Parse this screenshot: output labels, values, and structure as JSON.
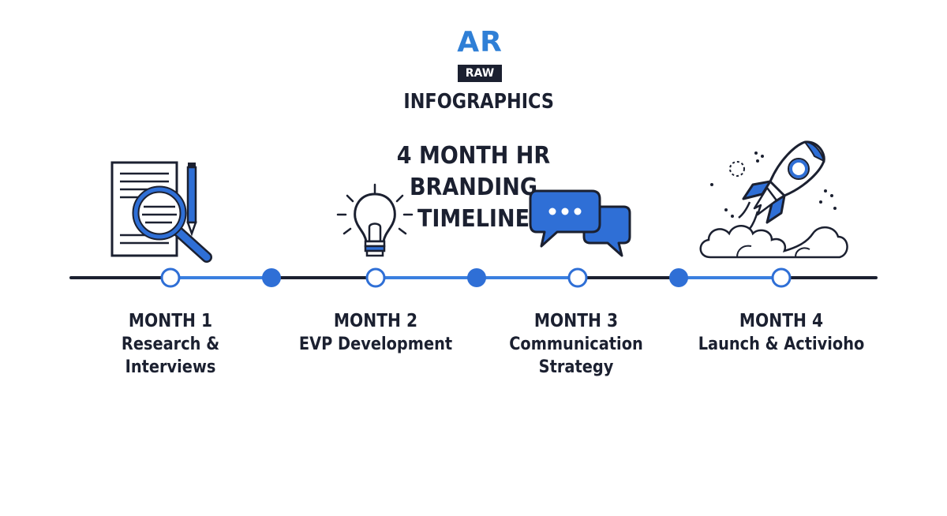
{
  "logo": {
    "brand": "AR",
    "sub": "RAW",
    "tagline": "INFOGRAPHICS"
  },
  "title": {
    "line1": "4 MONTH HR BRANDING",
    "line2": "TIMELINE"
  },
  "colors": {
    "accent": "#2f6fd6",
    "dark": "#1b2030",
    "line_blue": "#3a7fe0"
  },
  "months": [
    {
      "label": "MONTH 1",
      "desc_line1": "Research &",
      "desc_line2": "Interviews",
      "icon": "document-search-icon"
    },
    {
      "label": "MONTH 2",
      "desc_line1": "EVP Development",
      "desc_line2": "",
      "icon": "lightbulb-icon"
    },
    {
      "label": "MONTH 3",
      "desc_line1": "Communication",
      "desc_line2": "Strategy",
      "icon": "chat-bubbles-icon"
    },
    {
      "label": "MONTH 4",
      "desc_line1": "Launch & Activioho",
      "desc_line2": "",
      "icon": "rocket-icon"
    }
  ]
}
